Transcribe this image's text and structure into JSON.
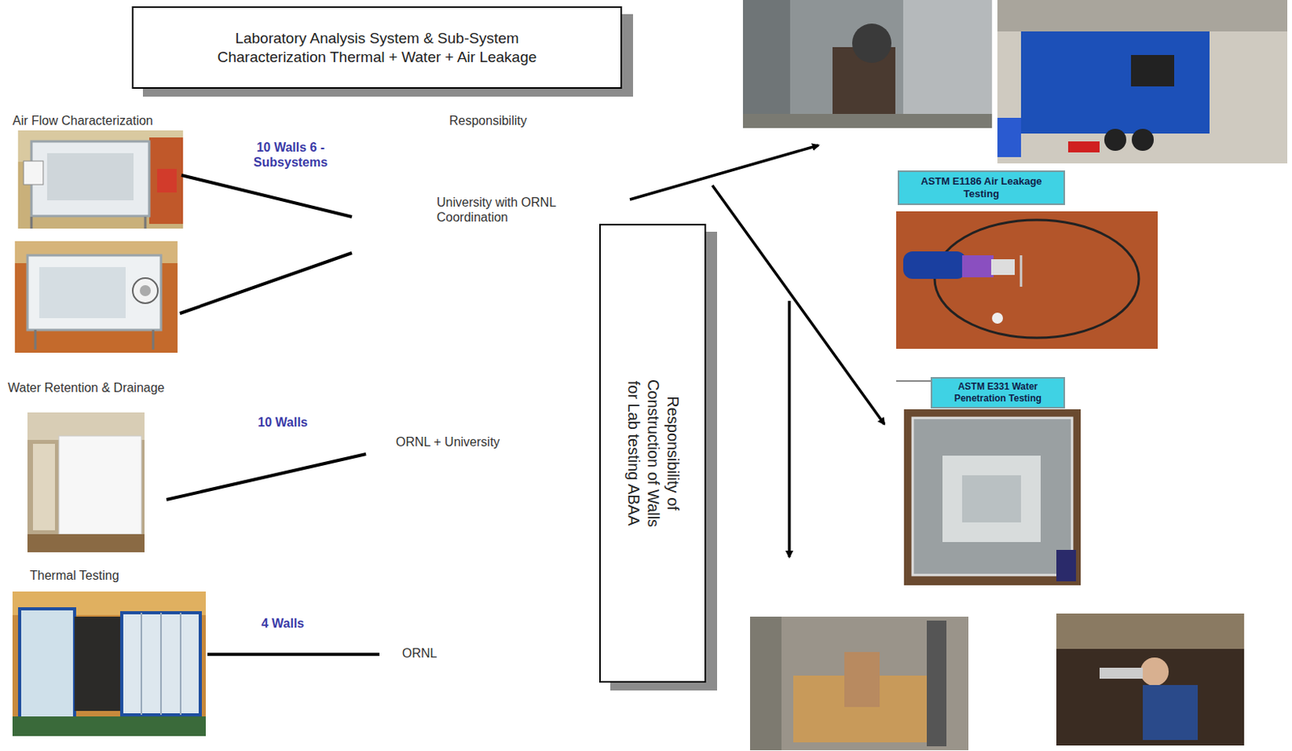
{
  "diagram": {
    "nodes": [
      {
        "text": [
          "Laboratory Analysis System & Sub-System Characterization Thermal + Water + Air Leakage"
        ]
      },
      {
        "text": [
          "ASTM E1186 Air Leakage Testing"
        ]
      },
      {
        "text": [
          "Responsibility of Construction of Walls for Lab testing ABAA"
        ]
      },
      {
        "text": [
          "ASTM E331 Water Penetration Testing"
        ]
      }
    ],
    "labels": [
      "Air Flow Characterization",
      "Responsibility",
      "10 Walls 6 - Subsystems",
      "University with ORNL Coordination",
      "Water Retention & Drainage",
      "10 Walls",
      "ORNL + University",
      "Thermal Testing",
      "4 Walls",
      "ORNL"
    ]
  }
}
